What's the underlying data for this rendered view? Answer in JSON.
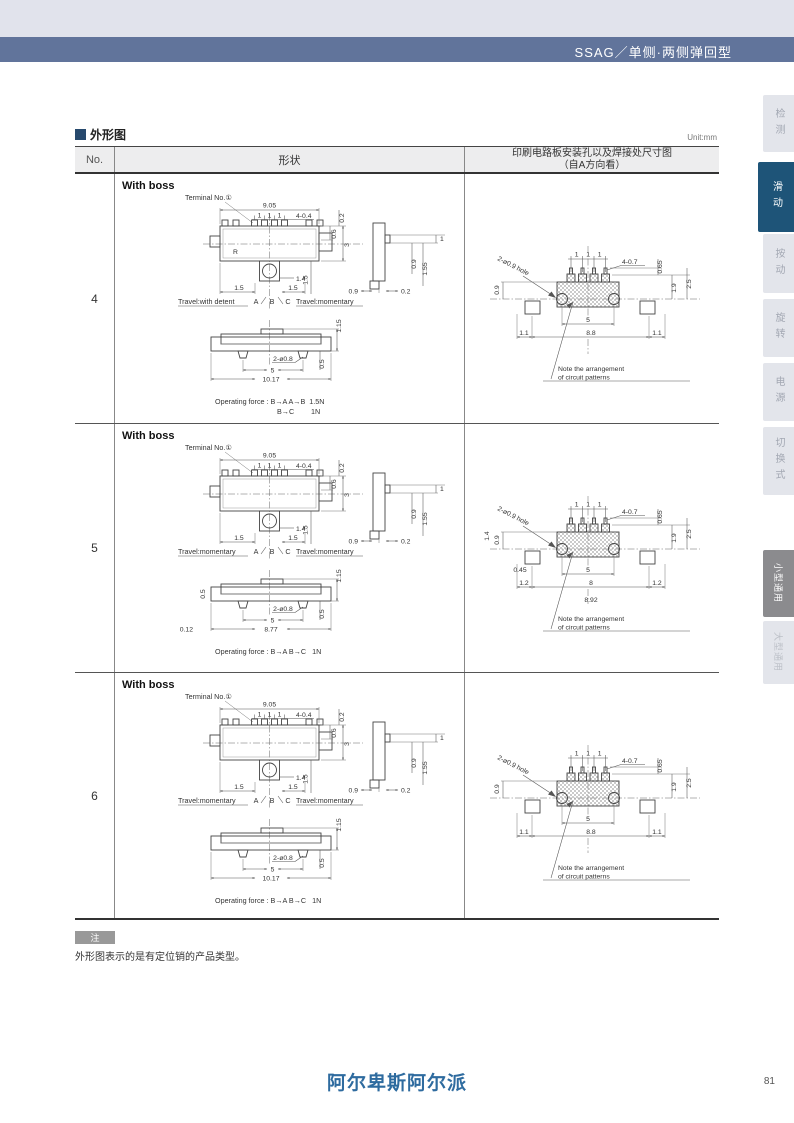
{
  "header": {
    "title": "SSAG／单侧·两侧弹回型"
  },
  "section": {
    "title": "外形图",
    "unit": "Unit:mm"
  },
  "table_headers": {
    "no": "No.",
    "shape": "形状",
    "pcb1": "印刷电路板安装孔以及焊接处尺寸图",
    "pcb2": "（自A方向看）"
  },
  "sidebar": {
    "tabs": [
      {
        "label": "检测"
      },
      {
        "label": "滑动",
        "active": true
      },
      {
        "label": "按动"
      },
      {
        "label": "旋转"
      },
      {
        "label": "电源"
      },
      {
        "label": "切换式"
      },
      {
        "label": "小型通用",
        "current": true
      },
      {
        "label": "大型通用"
      }
    ]
  },
  "rows": [
    {
      "no": "4",
      "boss": "With boss",
      "terminal": "Terminal No.①",
      "tv": {
        "w": "9.05",
        "p1": "1",
        "p2": "1",
        "p3": "1",
        "pins": "4-0.4",
        "d02": "0.2",
        "d06": "0.6",
        "d3": "3",
        "r": "R",
        "d14": "1.4",
        "d15a": "1.5",
        "d15b": "1.5",
        "d15r": "1.5"
      },
      "sv": {
        "d1": "1",
        "d09r": "0.9",
        "d155": "1.55",
        "d09b": "0.9",
        "d02b": "0.2"
      },
      "travel": {
        "left": "Travel:with detent",
        "a": "A",
        "b": "B",
        "c": "C",
        "right": "Travel:momentary"
      },
      "bv": {
        "d115": "1.15",
        "hole": "2-ø0.8",
        "d5": "5",
        "w": "10.17",
        "d05": "0.5",
        "lt": "",
        "lb": ""
      },
      "force1": "Operating force : B→A A→B  1.5N",
      "force2a": "B→C",
      "force2b": "1N",
      "rc": {
        "hole": "2-ø0.9 hole",
        "p1": "1",
        "p2": "1",
        "p3": "1",
        "pins": "4-0.7",
        "d065": "0.65",
        "l1": "",
        "l2": "0.9",
        "d19": "1.9",
        "d25": "2.5",
        "d5": "5",
        "b1l": "",
        "b2l": "1.1",
        "b2m": "8.8",
        "b2r": "1.1",
        "b3m": "",
        "note1": "Note the arrangement",
        "note2": "of circuit patterns"
      }
    },
    {
      "no": "5",
      "boss": "With boss",
      "terminal": "Terminal No.①",
      "tv": {
        "w": "9.05",
        "p1": "1",
        "p2": "1",
        "p3": "1",
        "pins": "4-0.4",
        "d02": "0.2",
        "d06": "0.6",
        "d3": "3",
        "r": "",
        "d14": "1.4",
        "d15a": "1.5",
        "d15b": "1.5",
        "d15r": "1.5"
      },
      "sv": {
        "d1": "1",
        "d09r": "0.9",
        "d155": "1.55",
        "d09b": "0.9",
        "d02b": "0.2"
      },
      "travel": {
        "left": "Travel:momentary",
        "a": "A",
        "b": "B",
        "c": "C",
        "right": "Travel:momentary"
      },
      "bv": {
        "d115": "1.15",
        "hole": "2-ø0.8",
        "d5": "5",
        "w": "8.77",
        "d05": "0.5",
        "lt": "0.5",
        "lb": "0.12"
      },
      "force1": "Operating force : B→A B→C   1N",
      "force2a": "",
      "force2b": "",
      "rc": {
        "hole": "2-ø0.9 hole",
        "p1": "1",
        "p2": "1",
        "p3": "1",
        "pins": "4-0.7",
        "d065": "0.65",
        "l1": "1.4",
        "l2": "0.9",
        "d19": "1.9",
        "d25": "2.5",
        "d5": "5",
        "b1l": "0.45",
        "b2l": "1.2",
        "b2m": "8",
        "b2r": "1.2",
        "b3m": "8.92",
        "note1": "Note the arrangement",
        "note2": "of circuit patterns"
      }
    },
    {
      "no": "6",
      "boss": "With boss",
      "terminal": "Terminal No.①",
      "tv": {
        "w": "9.05",
        "p1": "1",
        "p2": "1",
        "p3": "1",
        "pins": "4-0.4",
        "d02": "0.2",
        "d06": "0.6",
        "d3": "3",
        "r": "",
        "d14": "1.4",
        "d15a": "1.5",
        "d15b": "1.5",
        "d15r": "1.5"
      },
      "sv": {
        "d1": "1",
        "d09r": "0.9",
        "d155": "1.55",
        "d09b": "0.9",
        "d02b": "0.2"
      },
      "travel": {
        "left": "Travel:momentary",
        "a": "A",
        "b": "B",
        "c": "C",
        "right": "Travel:momentary"
      },
      "bv": {
        "d115": "1.15",
        "hole": "2-ø0.8",
        "d5": "5",
        "w": "10.17",
        "d05": "0.5",
        "lt": "",
        "lb": ""
      },
      "force1": "Operating force : B→A B→C   1N",
      "force2a": "",
      "force2b": "",
      "rc": {
        "hole": "2-ø0.9 hole",
        "p1": "1",
        "p2": "1",
        "p3": "1",
        "pins": "4-0.7",
        "d065": "0.65",
        "l1": "",
        "l2": "0.9",
        "d19": "1.9",
        "d25": "2.5",
        "d5": "5",
        "b1l": "",
        "b2l": "1.1",
        "b2m": "8.8",
        "b2r": "1.1",
        "b3m": "",
        "note1": "Note the arrangement",
        "note2": "of circuit patterns"
      }
    }
  ],
  "note": {
    "badge": "注",
    "text": "外形图表示的是有定位销的产品类型。"
  },
  "footer": {
    "brand": "阿尔卑斯阿尔派",
    "page": "81"
  }
}
